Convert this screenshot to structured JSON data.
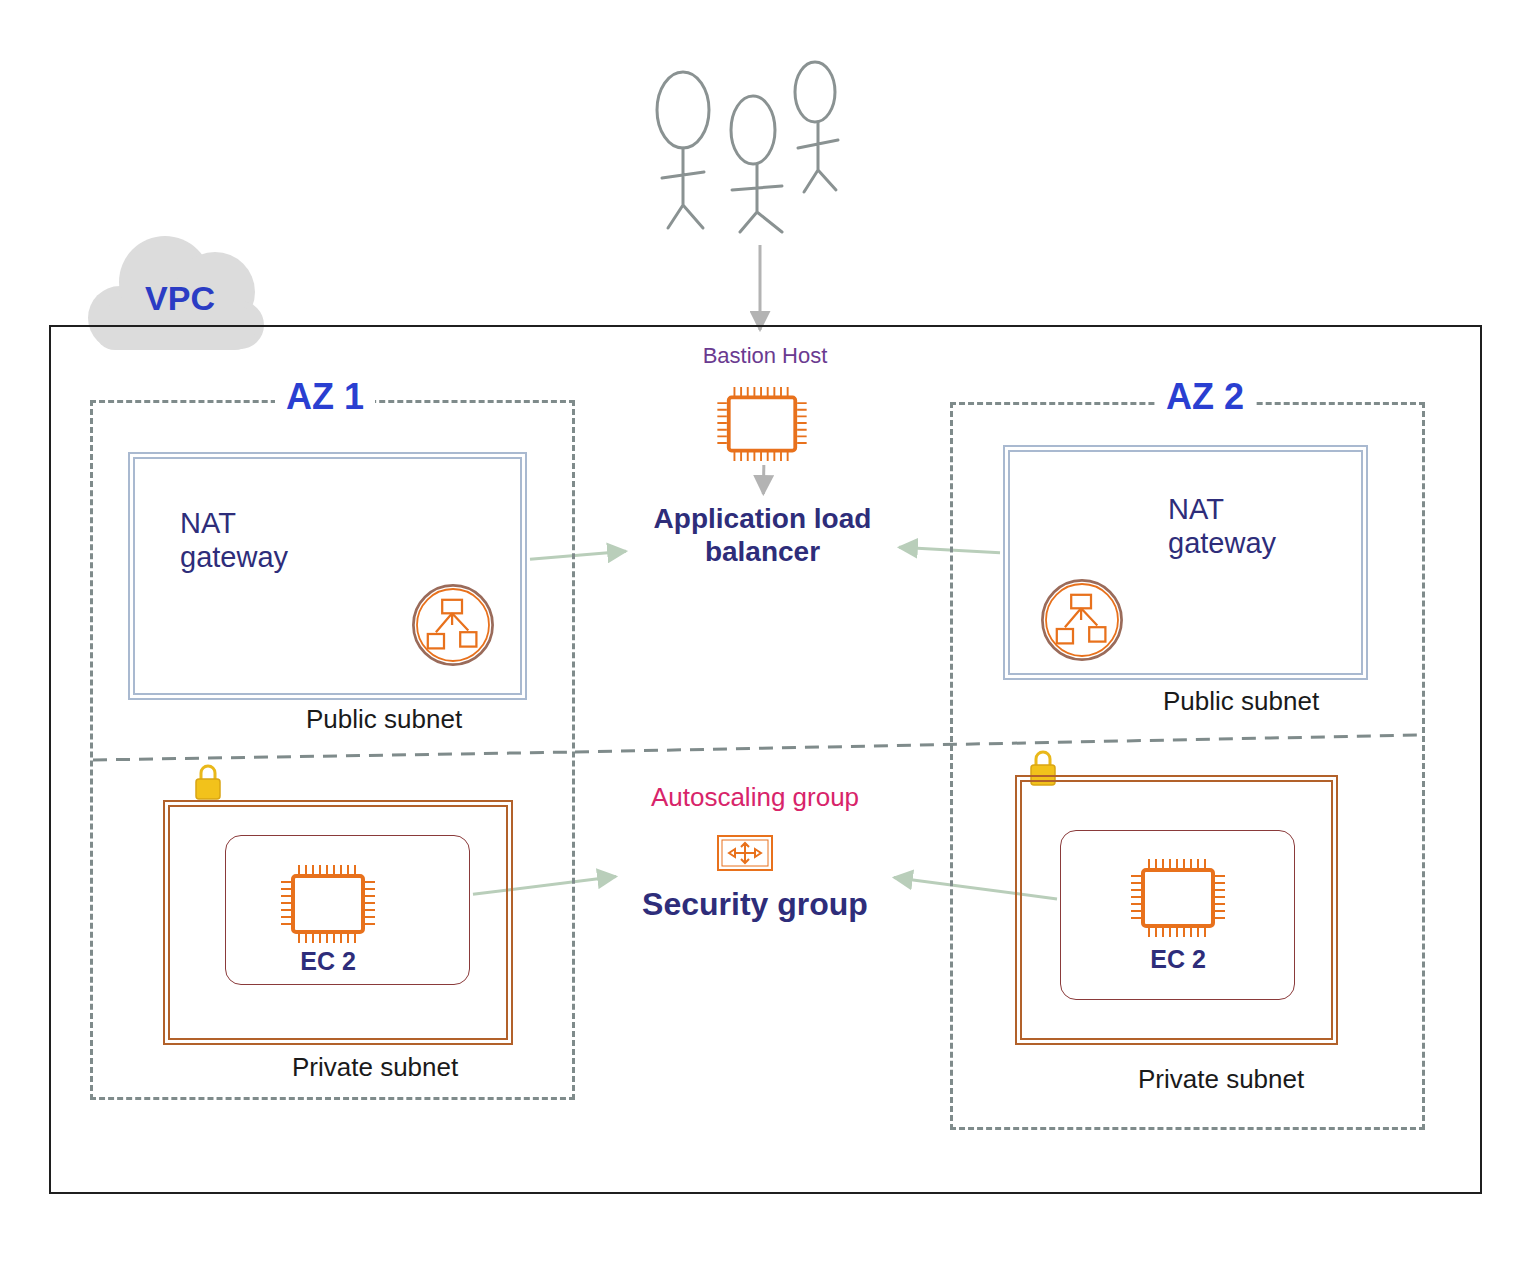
{
  "diagram": {
    "nodes": [
      {
        "text": [
          "VPC"
        ]
      },
      {
        "text": [
          "AZ 1"
        ],
        "in": 0
      },
      {
        "text": [
          "NAT gateway",
          "Public subnet"
        ],
        "in": 1
      },
      {
        "text": [
          "Private subnet"
        ],
        "in": 1
      },
      {
        "text": [
          "EC 2"
        ],
        "in": 3
      },
      {
        "text": [
          "Bastion Host"
        ],
        "in": 0
      },
      {
        "text": [
          "Application load balancer"
        ],
        "in": 0
      },
      {
        "text": [
          "Autoscaling group",
          "Security group"
        ],
        "in": 0
      },
      {
        "text": [
          "AZ 2"
        ],
        "in": 0
      },
      {
        "text": [
          "NAT gateway",
          "Public subnet"
        ],
        "in": 8
      },
      {
        "text": [
          "Private subnet"
        ],
        "in": 8
      },
      {
        "text": [
          "EC 2"
        ],
        "in": 10
      }
    ],
    "edges": [
      {
        "from": 5,
        "to": 6,
        "arrow": "to"
      },
      {
        "from": 2,
        "to": 6,
        "arrow": "to"
      },
      {
        "from": 9,
        "to": 6,
        "arrow": "to"
      },
      {
        "from": 4,
        "to": 7,
        "arrow": "to"
      },
      {
        "from": 11,
        "to": 7,
        "arrow": "to"
      }
    ]
  }
}
